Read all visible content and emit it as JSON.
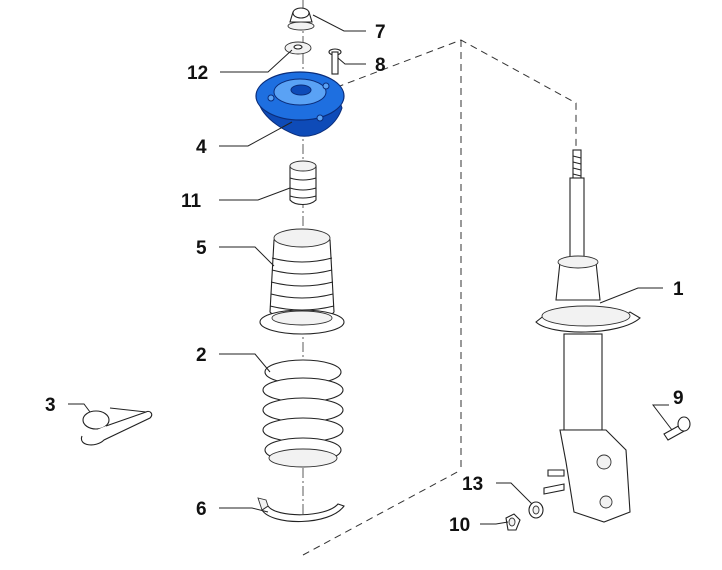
{
  "callouts": [
    {
      "id": "1",
      "label": "1"
    },
    {
      "id": "2",
      "label": "2"
    },
    {
      "id": "3",
      "label": "3"
    },
    {
      "id": "4",
      "label": "4"
    },
    {
      "id": "5",
      "label": "5"
    },
    {
      "id": "6",
      "label": "6"
    },
    {
      "id": "7",
      "label": "7"
    },
    {
      "id": "8",
      "label": "8"
    },
    {
      "id": "9",
      "label": "9"
    },
    {
      "id": "10",
      "label": "10"
    },
    {
      "id": "11",
      "label": "11"
    },
    {
      "id": "12",
      "label": "12"
    },
    {
      "id": "13",
      "label": "13"
    }
  ],
  "colors": {
    "highlight": "#1e6fe0",
    "outline": "#222222",
    "background": "#ffffff"
  }
}
